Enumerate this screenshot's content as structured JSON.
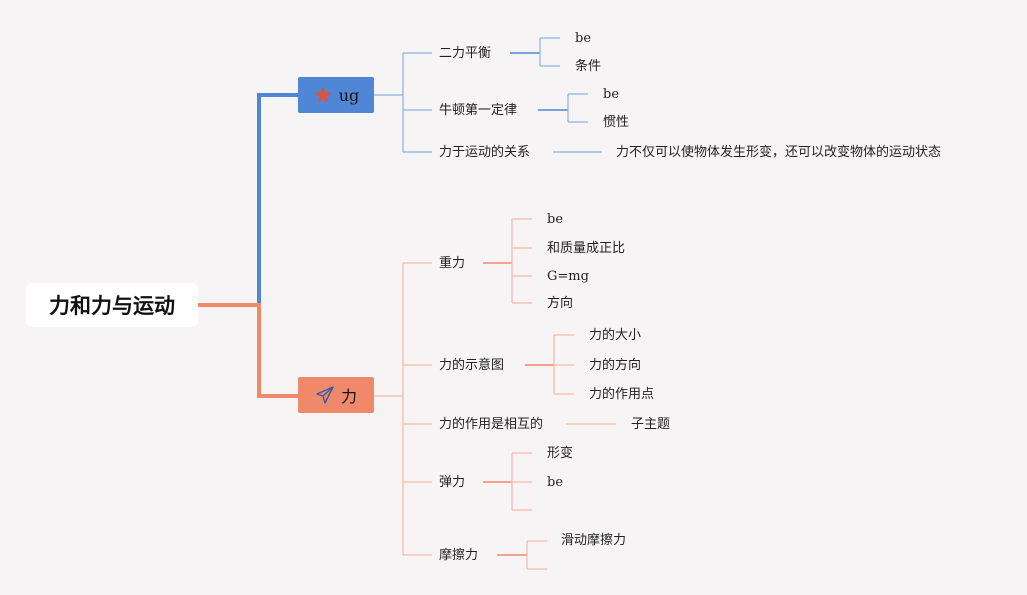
{
  "root": {
    "label": "力和力与运动"
  },
  "branches": [
    {
      "id": "ug",
      "label": "ug",
      "icon": "star-icon",
      "color": "#4f87d6",
      "line_color": "#4f87d6",
      "child_line_color": "#8db0e3",
      "children": [
        {
          "label": "二力平衡",
          "children": [
            "be",
            "条件"
          ]
        },
        {
          "label": "牛顿第一定律",
          "children": [
            "be",
            "惯性"
          ]
        },
        {
          "label": "力于运动的关系",
          "children": [
            "力不仅可以使物体发生形变，还可以改变物体的运动状态"
          ]
        }
      ]
    },
    {
      "id": "li",
      "label": "力",
      "icon": "paper-plane-icon",
      "color": "#f0896a",
      "line_color": "#f0896a",
      "child_line_color": "#f4b9a3",
      "children": [
        {
          "label": "重力",
          "children": [
            "be",
            "和质量成正比",
            "G=mg",
            "方向"
          ]
        },
        {
          "label": "力的示意图",
          "children": [
            "力的大小",
            "力的方向",
            "力的作用点"
          ]
        },
        {
          "label": "力的作用是相互的",
          "children": [
            "子主题"
          ]
        },
        {
          "label": "弹力",
          "children": [
            "形变",
            "be",
            ""
          ]
        },
        {
          "label": "摩擦力",
          "children": [
            "滑动摩擦力",
            ""
          ]
        }
      ]
    }
  ]
}
